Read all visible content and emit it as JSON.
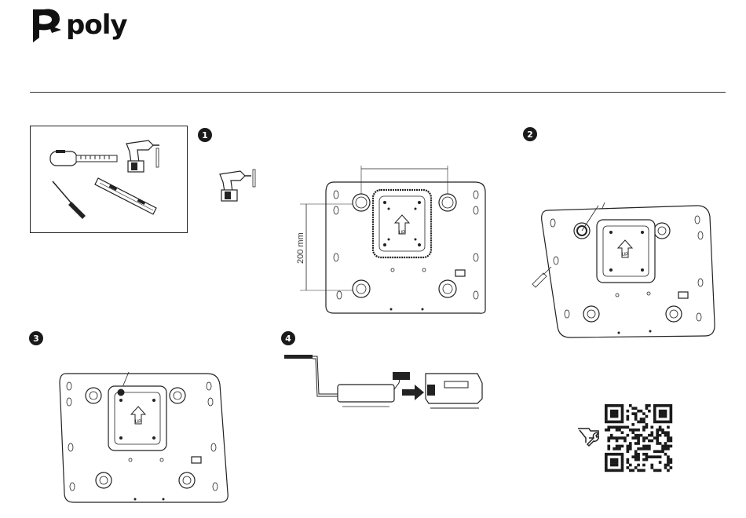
{
  "brand": {
    "name": "poly"
  },
  "steps": [
    {
      "number": "1"
    },
    {
      "number": "2"
    },
    {
      "number": "3"
    },
    {
      "number": "4"
    }
  ],
  "step1": {
    "dimension_label": "200 mm"
  },
  "plate_marking": "UP",
  "icons": {
    "tools": [
      "tape-measure-icon",
      "drill-icon",
      "screwdriver-icon",
      "level-icon"
    ],
    "support": "support-wrench-icon",
    "qr": "qr-code-icon"
  },
  "colors": {
    "ink": "#1a1a1a",
    "background": "#ffffff"
  }
}
